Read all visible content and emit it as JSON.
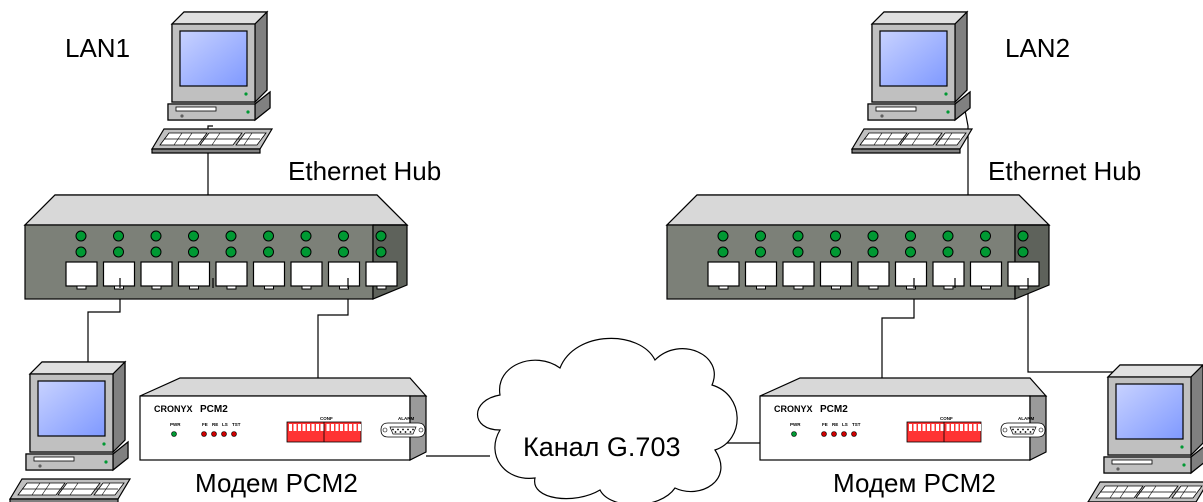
{
  "labels": {
    "lan1": "LAN1",
    "lan2": "LAN2",
    "hub_left": "Ethernet Hub",
    "hub_right": "Ethernet Hub",
    "channel": "Канал G.703",
    "modem_left": "Модем PCM2",
    "modem_right": "Модем PCM2"
  },
  "modem_panel": {
    "brand": "CRONYX",
    "model": "PCM2",
    "pwr": "PWR",
    "fe": "FE",
    "re": "RE",
    "ls": "LS",
    "tst": "TST",
    "conf": "CONF",
    "alarm": "ALARM"
  },
  "colors": {
    "hub_body": "#c0c0c0",
    "led": "#009933",
    "screen": "#a0b4ff",
    "modem_led": "#cc0000",
    "dip": "#ff3333"
  }
}
